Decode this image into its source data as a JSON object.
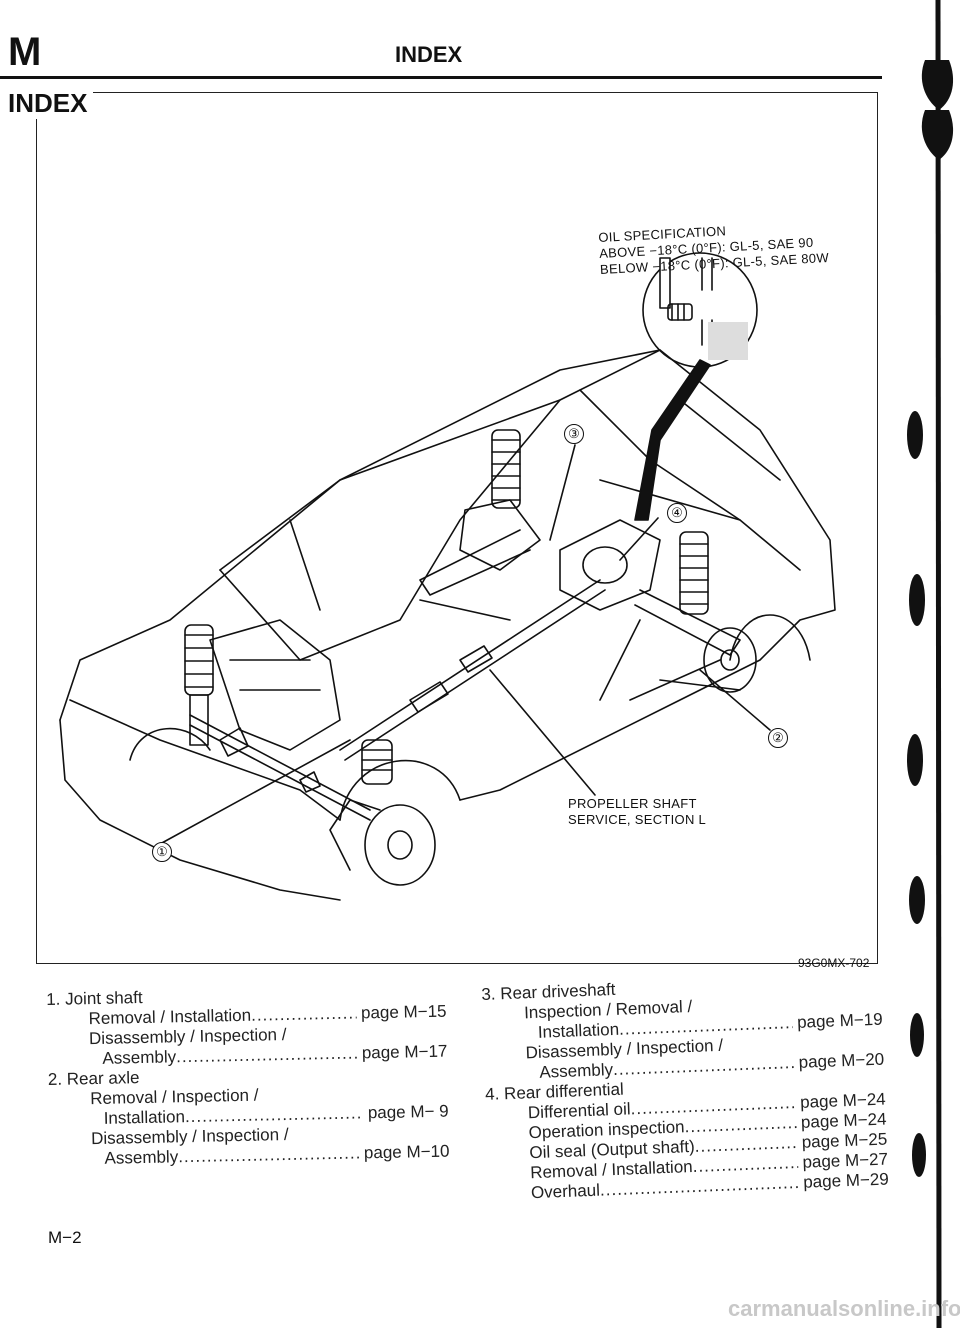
{
  "header": {
    "section_letter": "M",
    "title": "INDEX"
  },
  "section_title": "INDEX",
  "figure": {
    "code": "93G0MX-702",
    "oil_spec": {
      "heading": "OIL SPECIFICATION",
      "above": "ABOVE −18°C (0°F): GL-5, SAE 90",
      "below": "BELOW −18°C (0°F): GL-5, SAE 80W"
    },
    "propeller_note": {
      "line1": "PROPELLER SHAFT",
      "line2": "SERVICE, SECTION L"
    },
    "callouts": [
      "①",
      "②",
      "③",
      "④"
    ]
  },
  "index": {
    "col1": [
      {
        "kind": "group",
        "text": "1. Joint shaft"
      },
      {
        "kind": "item",
        "text": "Removal / Installation",
        "page": "page M−15"
      },
      {
        "kind": "sub",
        "text": "Disassembly / Inspection /"
      },
      {
        "kind": "item2",
        "text": "Assembly",
        "page": "page M−17"
      },
      {
        "kind": "group",
        "text": "2. Rear axle"
      },
      {
        "kind": "sub",
        "text": "Removal / Inspection /"
      },
      {
        "kind": "item2",
        "text": "Installation",
        "page": "page M− 9"
      },
      {
        "kind": "sub",
        "text": "Disassembly / Inspection /"
      },
      {
        "kind": "item2",
        "text": "Assembly",
        "page": "page M−10"
      }
    ],
    "col2": [
      {
        "kind": "group",
        "text": "3. Rear driveshaft"
      },
      {
        "kind": "sub",
        "text": "Inspection / Removal /"
      },
      {
        "kind": "item2",
        "text": "Installation",
        "page": "page M−19"
      },
      {
        "kind": "sub",
        "text": "Disassembly / Inspection /"
      },
      {
        "kind": "item2",
        "text": "Assembly",
        "page": "page M−20"
      },
      {
        "kind": "group",
        "text": "4. Rear differential"
      },
      {
        "kind": "item",
        "text": "Differential oil",
        "page": "page M−24"
      },
      {
        "kind": "item",
        "text": "Operation inspection",
        "page": "page M−24"
      },
      {
        "kind": "item",
        "text": "Oil seal (Output shaft)",
        "page": "page M−25"
      },
      {
        "kind": "item",
        "text": "Removal / Installation",
        "page": "page M−27"
      },
      {
        "kind": "item",
        "text": "Overhaul",
        "page": "page M−29"
      }
    ]
  },
  "page_number": "M−2",
  "footer_watermark": "carmanualsonline.info"
}
